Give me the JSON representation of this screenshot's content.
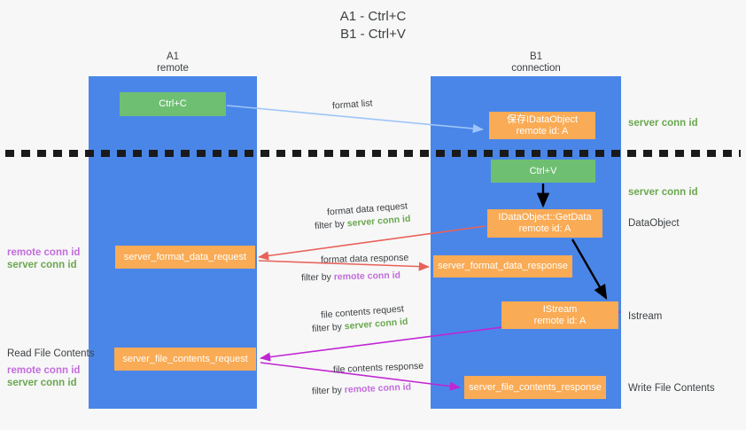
{
  "title": "A1 - Ctrl+C\nB1 - Ctrl+V",
  "columns": {
    "a": "A1\nremote",
    "b": "B1\nconnection"
  },
  "nodes": {
    "ctrl_c": "Ctrl+C",
    "ctrl_v": "Ctrl+V",
    "save_idataobject": {
      "line1": "保存IDataObject",
      "line2": "remote id: A"
    },
    "getdata": {
      "line1": "IDataObject::GetData",
      "line2": "remote id: A"
    },
    "istream": {
      "line1": "IStream",
      "line2": "remote id: A"
    },
    "server_format_data_request": "server_format_data_request",
    "server_format_data_response": "server_format_data_response",
    "server_file_contents_request": "server_file_contents_request",
    "server_file_contents_response": "server_file_contents_response"
  },
  "right_labels": {
    "server_conn_id_1": "server conn id",
    "server_conn_id_2": "server conn id",
    "dataobject": "DataObject",
    "istream": "Istream",
    "write_file_contents": "Write File Contents"
  },
  "left_labels": {
    "remote_conn_id_1": "remote conn id",
    "server_conn_id_1": "server conn id",
    "read_file_contents": "Read File Contents",
    "remote_conn_id_2": "remote conn id",
    "server_conn_id_2": "server conn id"
  },
  "annotations": {
    "format_list": "format list",
    "format_data_request": "format data request",
    "filter_by": "filter by ",
    "server_conn_id": "server conn id",
    "remote_conn_id": "remote conn id",
    "format_data_response": "format data response",
    "file_contents_request": "file contents request",
    "file_contents_response": "file contents response"
  },
  "colors": {
    "lane": "#4a86e8",
    "green_node": "#6fbf73",
    "orange_node": "#f9ab55",
    "green_text": "#6aa84f",
    "magenta_text": "#c26ddc",
    "arrow_red": "#e8625a",
    "arrow_magenta": "#c026d3",
    "arrow_blue": "#9fc5f8",
    "arrow_black": "#000000",
    "background": "#f7f7f7"
  }
}
